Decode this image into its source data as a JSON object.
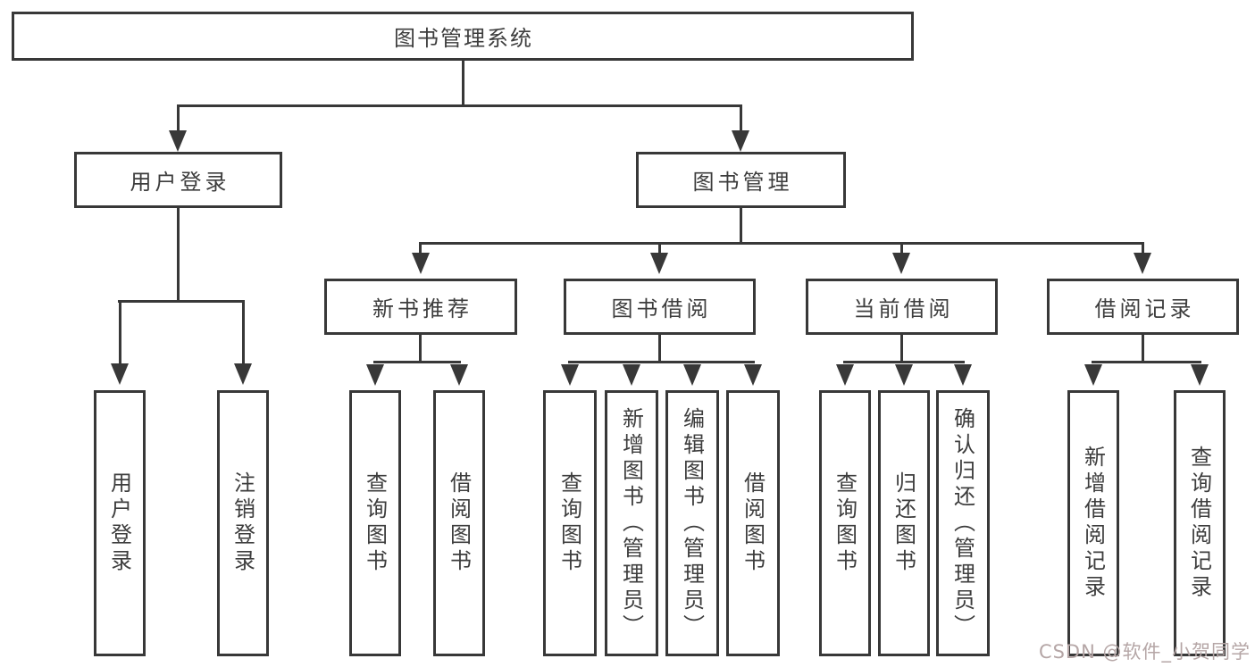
{
  "nodes": {
    "root": "图书管理系统",
    "user_login": "用户登录",
    "book_management": "图书管理",
    "new_book": "新书推荐",
    "book_borrow": "图书借阅",
    "current_borrow": "当前借阅",
    "borrow_record": "借阅记录",
    "user_login_children": [
      "用户登录",
      "注销登录"
    ],
    "new_book_children": [
      "查询图书",
      "借阅图书"
    ],
    "book_borrow_children": [
      "查询图书",
      "新增图书（管理员）",
      "编辑图书（管理员）",
      "借阅图书"
    ],
    "current_borrow_children": [
      "查询图书",
      "归还图书",
      "确认归还（管理员）"
    ],
    "borrow_record_children": [
      "新增借阅记录",
      "查询借阅记录"
    ]
  },
  "watermark": {
    "text": "CSDN @软件_小贺同学",
    "color": "#b5a6a6"
  },
  "colors": {
    "line": "#383838",
    "text": "#3d3d3d",
    "background": "#ffffff"
  }
}
